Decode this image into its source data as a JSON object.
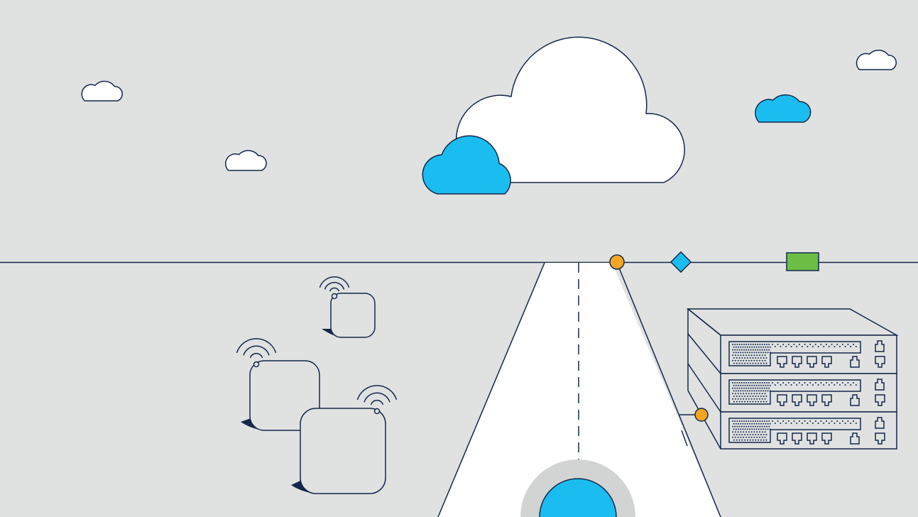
{
  "scene": {
    "kind": "network illustration",
    "colors": {
      "background": "#e0e2e1",
      "stroke": "#14284b",
      "accent_blue": "#1bbdf0",
      "accent_orange": "#f5a623",
      "accent_green": "#6dbe45",
      "white": "#ffffff",
      "halo": "#d2d4d3"
    },
    "icons": [
      "cloud-icon",
      "wireless-access-point-icon",
      "network-switch-stack-icon",
      "road-path-icon",
      "node-icon",
      "diamond-node-icon",
      "green-node-icon"
    ],
    "switch_units": 3,
    "access_points": 3
  }
}
